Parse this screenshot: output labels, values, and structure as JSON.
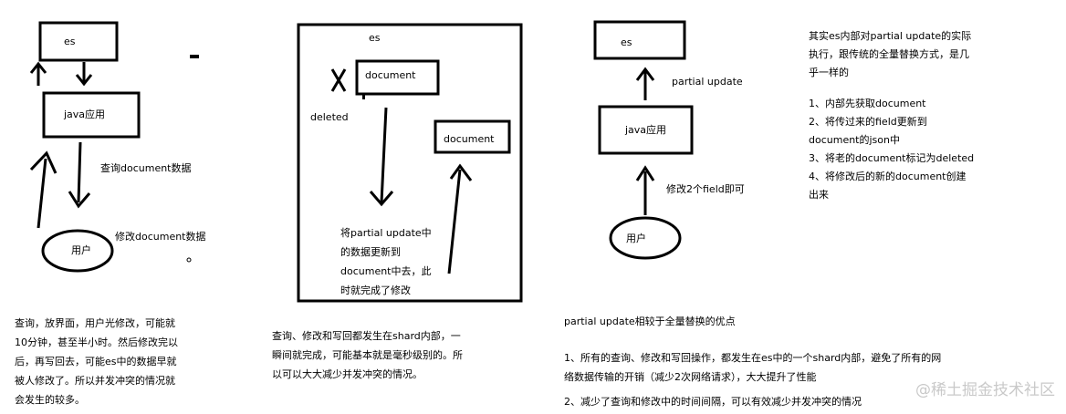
{
  "panel1": {
    "es_label": "es",
    "app_label": "java应用",
    "query_label": "查询document数据",
    "modify_label": "修改document数据",
    "user_label": "用户",
    "note_lines": [
      "查询，放界面，用户光修改，可能就",
      "10分钟，甚至半小时。然后修改完以",
      "后，再写回去，可能es中的数据早就",
      "被人修改了。所以并发冲突的情况就",
      "会发生的较多。"
    ]
  },
  "panel2": {
    "es_label": "es",
    "old_doc_label": "document",
    "deleted_label": "deleted",
    "new_doc_label": "document",
    "inner_lines": [
      "将partial update中",
      "的数据更新到",
      "document中去，此",
      "时就完成了修改"
    ],
    "note_lines": [
      "查询、修改和写回都发生在shard内部，一",
      "瞬间就完成，可能基本就是毫秒级别的。所",
      "以可以大大减少并发冲突的情况。"
    ]
  },
  "panel3": {
    "es_label": "es",
    "partial_update_label": "partial update",
    "app_label": "java应用",
    "modify_label": "修改2个field即可",
    "user_label": "用户",
    "title": "partial update相较于全量替换的优点",
    "points": [
      "1、所有的查询、修改和写回操作，都发生在es中的一个shard内部，避免了所有的网",
      "络数据传输的开销（减少2次网络请求），大大提升了性能",
      "2、减少了查询和修改中的时间间隔，可以有效减少并发冲突的情况"
    ]
  },
  "explanation": {
    "lines": [
      "其实es内部对partial update的实际",
      "执行，跟传统的全量替换方式，是几",
      "乎一样的",
      "",
      "1、内部先获取document",
      "2、将传过来的field更新到",
      "document的json中",
      "3、将老的document标记为deleted",
      "4、将修改后的新的document创建",
      "出来"
    ]
  },
  "watermark": "@稀土掘金技术社区"
}
